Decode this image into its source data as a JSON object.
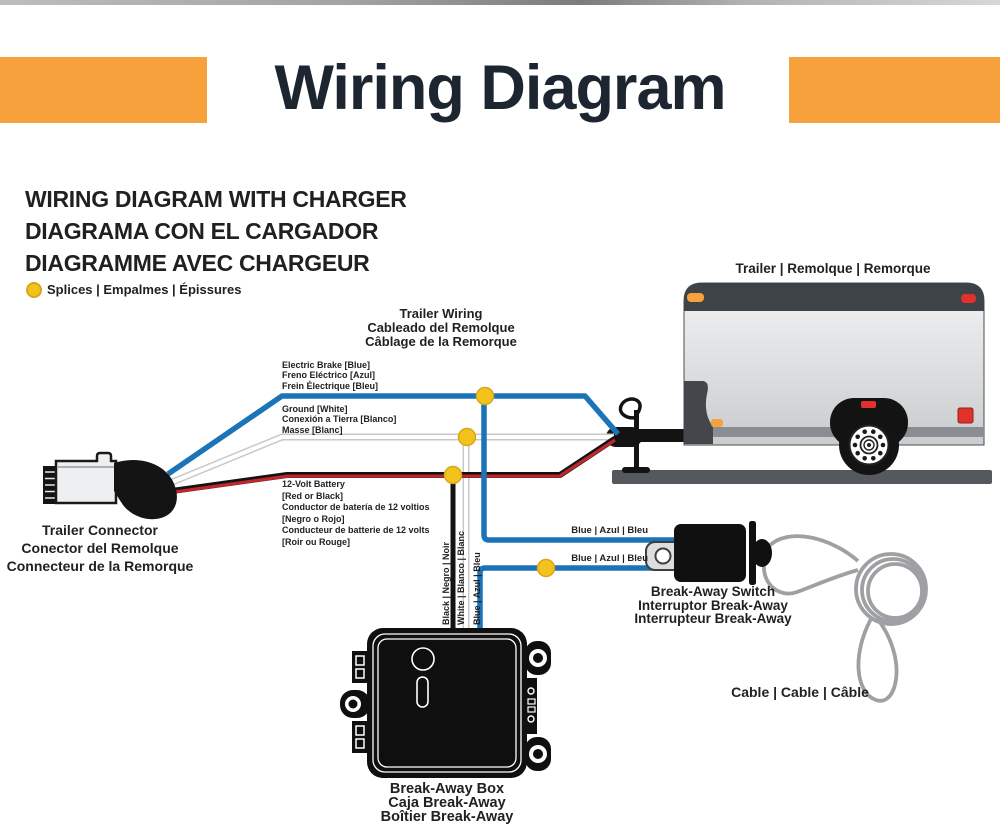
{
  "page": {
    "title": "Wiring Diagram"
  },
  "heading": {
    "line_en": "WIRING DIAGRAM WITH CHARGER",
    "line_es": "DIAGRAMA CON EL CARGADOR",
    "line_fr": "DIAGRAMME AVEC CHARGEUR",
    "legend": "Splices | Empalmes | Épissures"
  },
  "labels": {
    "trailer": "Trailer | Remolque | Remorque",
    "trailer_wiring": [
      "Trailer Wiring",
      "Cableado del Remolque",
      "Câblage de la Remorque"
    ],
    "electric_brake": [
      "Electric Brake [Blue]",
      "Freno Eléctrico [Azul]",
      "Frein Électrique [Bleu]"
    ],
    "ground": [
      "Ground [White]",
      "Conexión a Tierra [Blanco]",
      "Masse [Blanc]"
    ],
    "battery": [
      "12-Volt Battery",
      "[Red or Black]",
      "Conductor de batería de 12 voltios",
      "[Negro o Rojo]",
      "Conducteur de batterie de 12 volts",
      "[Roir ou Rouge]"
    ],
    "connector": [
      "Trailer Connector",
      "Conector del Remolque",
      "Connecteur de la Remorque"
    ],
    "blue_wire_upper": "Blue | Azul | Bleu",
    "blue_wire_lower": "Blue | Azul | Bleu",
    "vertical_black": "Black | Negro | Noir",
    "vertical_white": "White | Blanco | Blanc",
    "vertical_blue": "Blue | Azul | Bleu",
    "switch": [
      "Break-Away Switch",
      "Interruptor Break-Away",
      "Interrupteur Break-Away"
    ],
    "cable": "Cable | Cable | Câble",
    "box": [
      "Break-Away Box",
      "Caja Break-Away",
      "Boîtier Break-Away"
    ]
  },
  "colors": {
    "accent_orange": "#F6A13B",
    "title_dark": "#1D2630",
    "wire_blue": "#1B74B8",
    "wire_red": "#C0272D",
    "wire_white_edge": "#C9C9C9",
    "splice_yellow": "#F2C21D",
    "splice_edge": "#D8A715",
    "cable_gray": "#9EA0A3",
    "trailer_band": "#3E4347",
    "ground_gray": "#55585C"
  }
}
